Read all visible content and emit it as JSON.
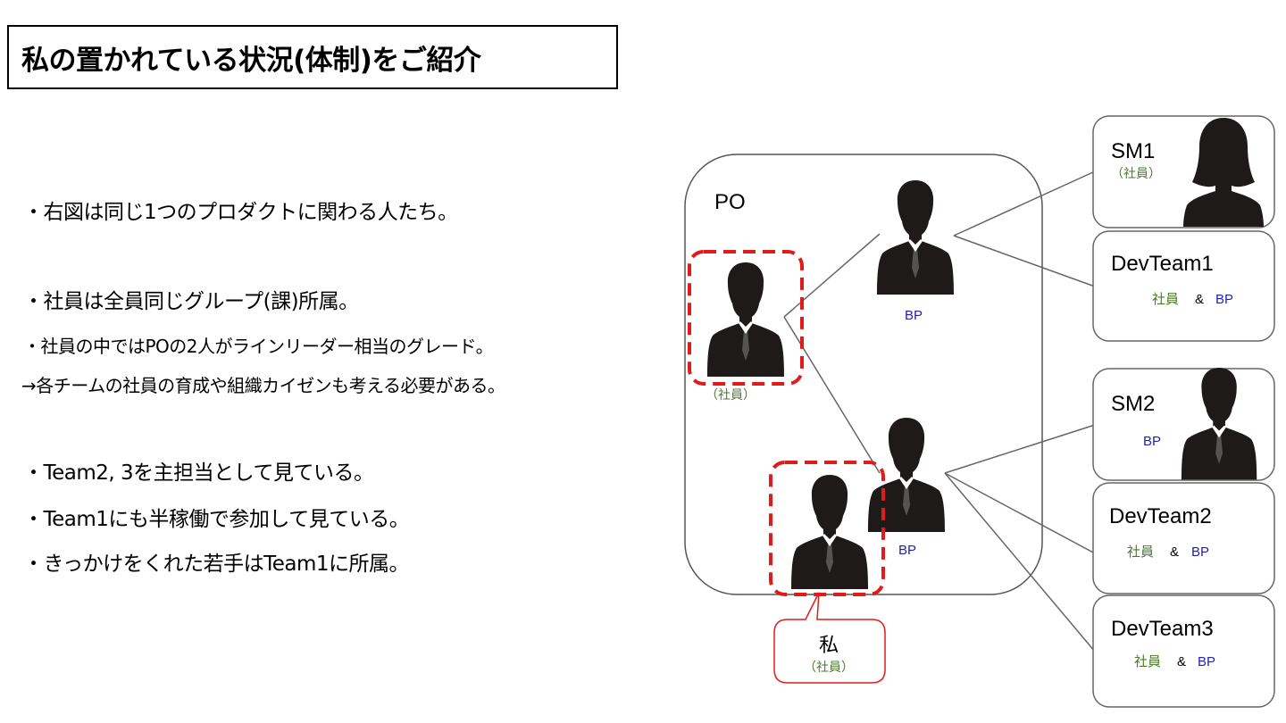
{
  "title": "私の置かれている状況(体制)をご紹介",
  "bullets": [
    "・右図は同じ1つのプロダクトに関わる人たち。",
    "・社員は全員同じグループ(課)所属。",
    "・社員の中ではPOの2人がラインリーダー相当のグレード。",
    "→各チームの社員の育成や組織カイゼンも考える必要がある。",
    "・Team2, 3を主担当として見ている。",
    "・Team1にも半稼働で参加して見ている。",
    "・きっかけをくれた若手はTeam1に所属。"
  ],
  "diagram": {
    "po_label": "PO",
    "employee_tag": "（社員）",
    "bp_tag": "BP",
    "and_sign": "&",
    "me_label": "私",
    "employee_short": "社員",
    "teams": {
      "sm1": "SM1",
      "dev1": "DevTeam1",
      "sm2": "SM2",
      "dev2": "DevTeam2",
      "dev3": "DevTeam3"
    },
    "colors": {
      "employee": "#4a7a2a",
      "bp": "#1f1fb3",
      "highlight": "#e01b1b",
      "silhouette": "#1e1a1a"
    }
  }
}
